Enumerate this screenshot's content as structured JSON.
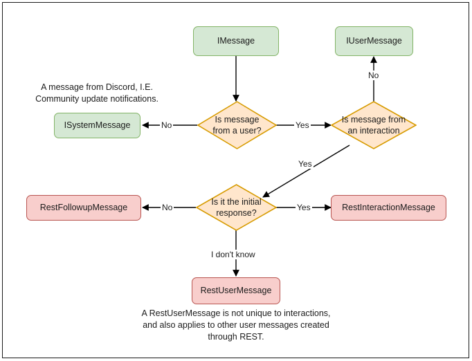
{
  "diagram": {
    "title": "Discord message type decision flowchart",
    "colors": {
      "green_fill": "#d5e8d4",
      "green_stroke": "#82b366",
      "red_fill": "#f8cecc",
      "red_stroke": "#b85450",
      "orange_fill": "#ffe6cc",
      "orange_stroke": "#d79b00",
      "edge_stroke": "#000000",
      "frame_stroke": "#1a1a1a",
      "background": "#ffffff"
    },
    "nodes": {
      "imessage": {
        "label": "IMessage",
        "shape": "rounded-rect",
        "color": "green"
      },
      "iusermessage": {
        "label": "IUserMessage",
        "shape": "rounded-rect",
        "color": "green"
      },
      "isystemmessage": {
        "label": "ISystemMessage",
        "shape": "rounded-rect",
        "color": "green"
      },
      "decision_user": {
        "label": "Is message from a user?",
        "shape": "diamond",
        "color": "orange"
      },
      "decision_interaction": {
        "label": "Is message from an interaction",
        "shape": "diamond",
        "color": "orange"
      },
      "decision_initial": {
        "label": "Is it the initial response?",
        "shape": "diamond",
        "color": "orange"
      },
      "restfollowupmessage": {
        "label": "RestFollowupMessage",
        "shape": "rounded-rect",
        "color": "red"
      },
      "restinteractionmessage": {
        "label": "RestInteractionMessage",
        "shape": "rounded-rect",
        "color": "red"
      },
      "restusermessage": {
        "label": "RestUserMessage",
        "shape": "rounded-rect",
        "color": "red"
      }
    },
    "edge_labels": {
      "user_no": "No",
      "user_yes": "Yes",
      "interaction_no": "No",
      "interaction_yes": "Yes",
      "initial_no": "No",
      "initial_yes": "Yes",
      "initial_unknown": "I don't know"
    },
    "notes": {
      "system_message": "A message from Discord, I.E.\nCommunity update notifications.",
      "rest_user_message": "A RestUserMessage is not unique to interactions,\nand also applies to other user messages created\nthrough REST."
    }
  }
}
